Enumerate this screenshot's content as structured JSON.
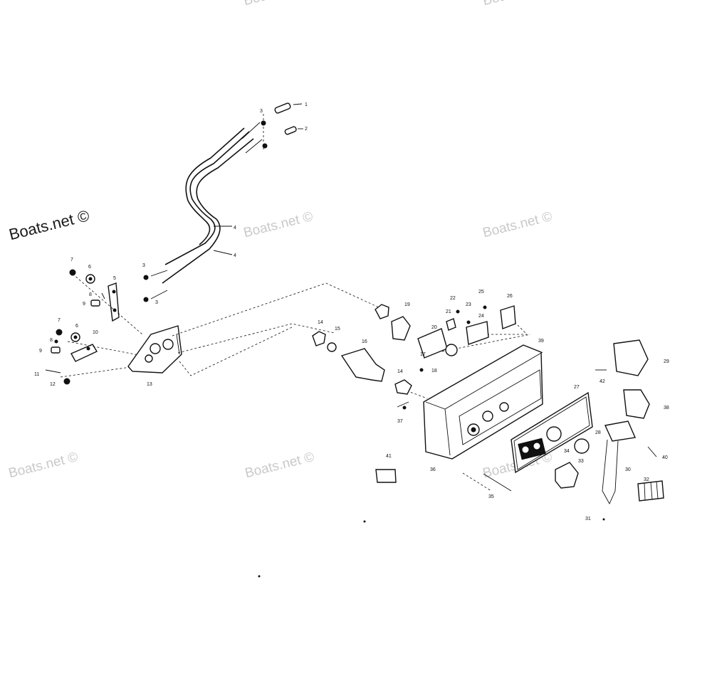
{
  "watermarks": {
    "main": "Boats.net ©",
    "faded": "Boats.net ©"
  },
  "labels": {
    "l1": "1",
    "l2": "2",
    "l3a": "3",
    "l3b": "3",
    "l3c": "3",
    "l4a": "4",
    "l4b": "4",
    "l5": "5",
    "l6a": "6",
    "l6b": "6",
    "l7a": "7",
    "l7b": "7",
    "l8a": "8",
    "l8b": "8",
    "l9a": "9",
    "l9b": "9",
    "l10": "10",
    "l11": "11",
    "l12": "12",
    "l13": "13",
    "l14a": "14",
    "l14b": "14",
    "l15": "15",
    "l16": "16",
    "l17": "17",
    "l18": "18",
    "l19": "19",
    "l20": "20",
    "l21": "21",
    "l22": "22",
    "l23": "23",
    "l24": "24",
    "l25": "25",
    "l26": "26",
    "l27": "27",
    "l28": "28",
    "l29": "29",
    "l30": "30",
    "l31": "31",
    "l32": "32",
    "l33": "33",
    "l34": "34",
    "l35": "35",
    "l36": "36",
    "l37": "37",
    "l38": "38",
    "l39": "39",
    "l40": "40",
    "l41": "41",
    "l42": "42"
  }
}
